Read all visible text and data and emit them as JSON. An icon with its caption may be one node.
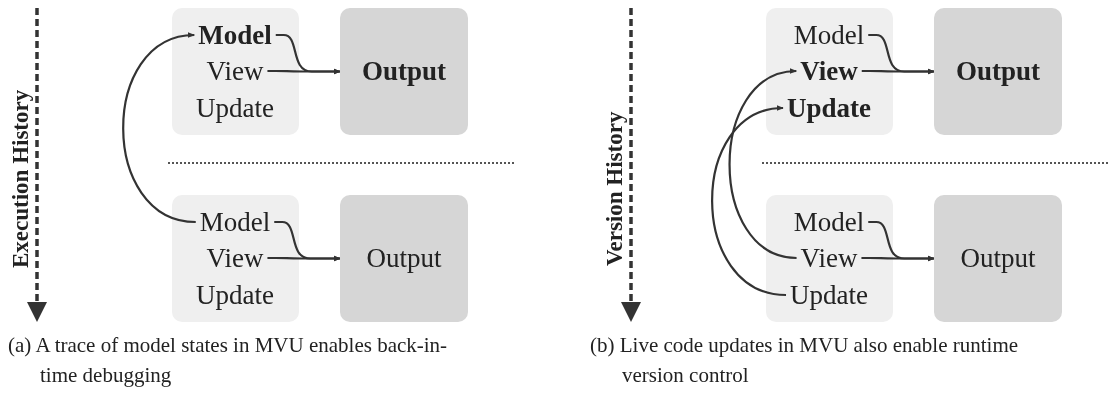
{
  "diagram": {
    "nodes": [
      {
        "text": [],
        "shape": "box"
      },
      {
        "text": [
          "Model"
        ],
        "in": 0
      },
      {
        "text": [
          "View"
        ],
        "in": 0
      },
      {
        "text": [
          "Update"
        ],
        "in": 0
      },
      {
        "text": [
          "Output"
        ]
      },
      {
        "text": [],
        "shape": "box"
      },
      {
        "text": [
          "Model"
        ],
        "in": 5
      },
      {
        "text": [
          "View"
        ],
        "in": 5
      },
      {
        "text": [
          "Update"
        ],
        "in": 5
      },
      {
        "text": [
          "Output"
        ]
      },
      {
        "text": [],
        "shape": "box"
      },
      {
        "text": [
          "Model"
        ],
        "in": 10
      },
      {
        "text": [
          "View"
        ],
        "in": 10
      },
      {
        "text": [
          "Update"
        ],
        "in": 10
      },
      {
        "text": [
          "Output"
        ]
      },
      {
        "text": [],
        "shape": "box"
      },
      {
        "text": [
          "Model"
        ],
        "in": 15
      },
      {
        "text": [
          "View"
        ],
        "in": 15
      },
      {
        "text": [
          "Update"
        ],
        "in": 15
      },
      {
        "text": [
          "Output"
        ]
      }
    ],
    "edges": [
      {
        "from": 1,
        "to": 4,
        "arrow": "to"
      },
      {
        "from": 2,
        "to": 4,
        "arrow": "to"
      },
      {
        "from": 6,
        "to": 9,
        "arrow": "to"
      },
      {
        "from": 7,
        "to": 9,
        "arrow": "to"
      },
      {
        "from": 6,
        "to": 1,
        "arrow": "to"
      },
      {
        "from": 11,
        "to": 14,
        "arrow": "to"
      },
      {
        "from": 12,
        "to": 14,
        "arrow": "to"
      },
      {
        "from": 16,
        "to": 19,
        "arrow": "to"
      },
      {
        "from": 17,
        "to": 19,
        "arrow": "to"
      },
      {
        "from": 17,
        "to": 12,
        "arrow": "to"
      },
      {
        "from": 18,
        "to": 13,
        "arrow": "to"
      }
    ],
    "labels": [
      "Execution History",
      "(a) A trace of model states in MVU enables back-in-time debugging",
      "Version History",
      "(b) Live code updates in MVU also enable runtime version control"
    ]
  }
}
